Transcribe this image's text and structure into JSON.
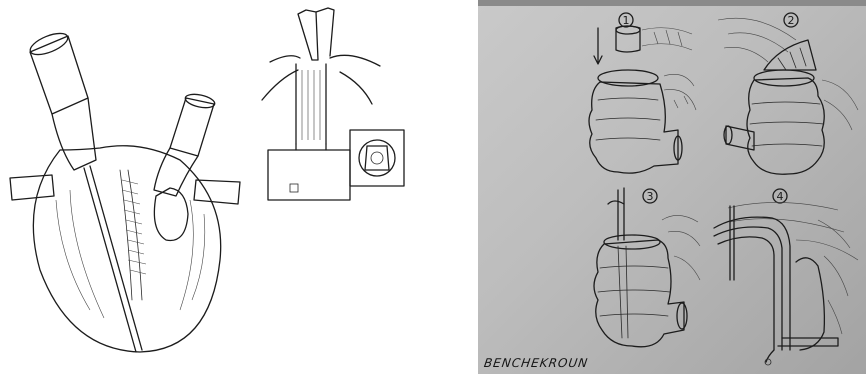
{
  "left_figure": {
    "main_drawing": "pelvic surgical exposure with instrument",
    "inset_drawing": "catheter guide detail with circular inset"
  },
  "right_figure": {
    "steps": [
      {
        "number": "1"
      },
      {
        "number": "2"
      },
      {
        "number": "3"
      },
      {
        "number": "4"
      }
    ],
    "signature": "BENCHEKROUN"
  }
}
